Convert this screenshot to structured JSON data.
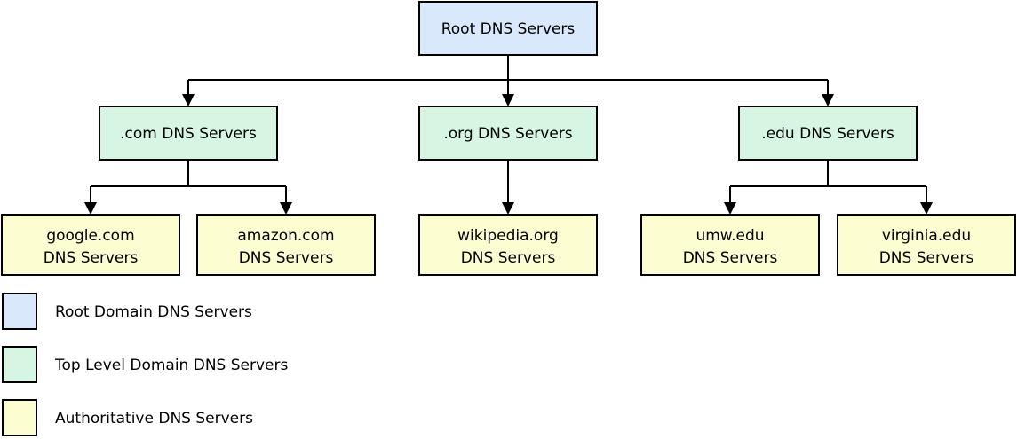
{
  "diagram": {
    "title_semantic": "DNS server hierarchy",
    "root": {
      "label": "Root DNS Servers"
    },
    "tld": [
      {
        "label": ".com DNS Servers"
      },
      {
        "label": ".org DNS Servers"
      },
      {
        "label": ".edu DNS Servers"
      }
    ],
    "authoritative": [
      {
        "line1": "google.com",
        "line2": "DNS Servers"
      },
      {
        "line1": "amazon.com",
        "line2": "DNS Servers"
      },
      {
        "line1": "wikipedia.org",
        "line2": "DNS Servers"
      },
      {
        "line1": "umw.edu",
        "line2": "DNS Servers"
      },
      {
        "line1": "virginia.edu",
        "line2": "DNS Servers"
      }
    ],
    "colors": {
      "root_fill": "#d9e8fb",
      "tld_fill": "#d6f5e2",
      "authoritative_fill": "#fdfdd2",
      "line": "#000000"
    }
  },
  "legend": {
    "items": [
      {
        "label": "Root Domain DNS Servers",
        "color": "#d9e8fb"
      },
      {
        "label": "Top Level Domain DNS Servers",
        "color": "#d6f5e2"
      },
      {
        "label": "Authoritative DNS Servers",
        "color": "#fdfdd2"
      }
    ]
  }
}
